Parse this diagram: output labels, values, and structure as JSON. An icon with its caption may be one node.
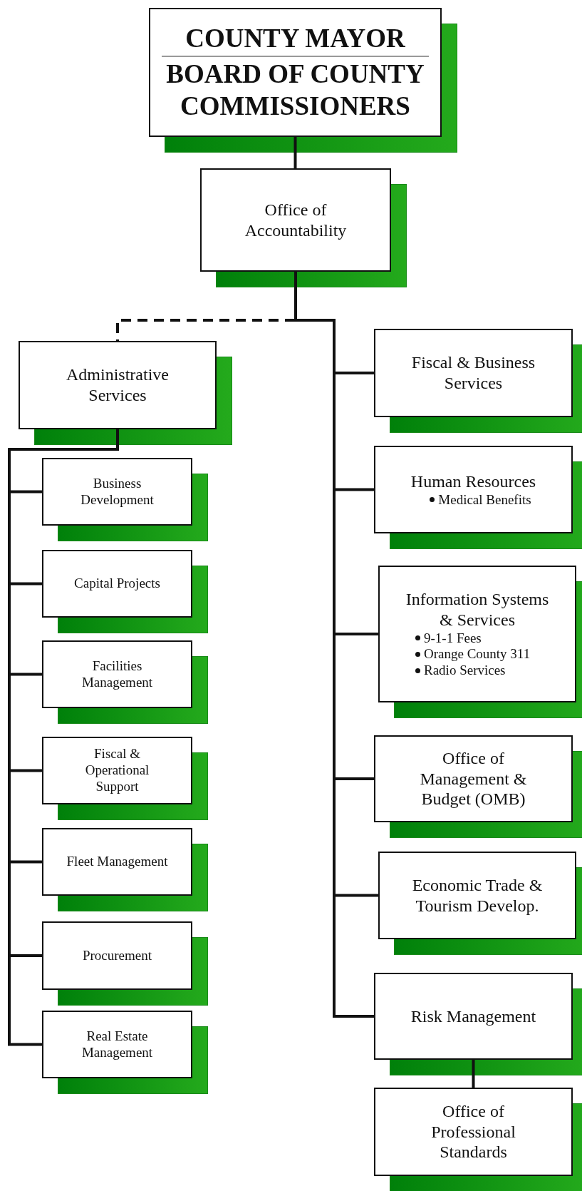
{
  "diagram": {
    "nodes": [
      {
        "text": [
          "COUNTY MAYOR",
          "BOARD OF COUNTY COMMISSIONERS"
        ]
      },
      {
        "text": [
          "Office of Accountability"
        ]
      },
      {
        "text": [
          "Administrative Services"
        ]
      },
      {
        "text": [
          "Business Development"
        ]
      },
      {
        "text": [
          "Capital Projects"
        ]
      },
      {
        "text": [
          "Facilities Management"
        ]
      },
      {
        "text": [
          "Fiscal & Operational Support"
        ]
      },
      {
        "text": [
          "Fleet Management"
        ]
      },
      {
        "text": [
          "Procurement"
        ]
      },
      {
        "text": [
          "Real Estate Management"
        ]
      },
      {
        "text": [
          "Fiscal & Business Services"
        ]
      },
      {
        "text": [
          "Human Resources",
          "Medical Benefits"
        ]
      },
      {
        "text": [
          "Information Systems & Services",
          "9-1-1 Fees",
          "Orange County 311",
          "Radio Services"
        ]
      },
      {
        "text": [
          "Office of Management & Budget (OMB)"
        ]
      },
      {
        "text": [
          "Economic Trade & Tourism Develop."
        ]
      },
      {
        "text": [
          "Risk Management"
        ]
      },
      {
        "text": [
          "Office of Professional Standards"
        ]
      }
    ],
    "edges": [
      {
        "from": 0,
        "to": 1,
        "arrow": "none"
      },
      {
        "from": 1,
        "to": 2,
        "arrow": "none",
        "style": "dashed"
      },
      {
        "from": 1,
        "to": 10,
        "arrow": "none"
      },
      {
        "from": 1,
        "to": 11,
        "arrow": "none"
      },
      {
        "from": 1,
        "to": 12,
        "arrow": "none"
      },
      {
        "from": 1,
        "to": 13,
        "arrow": "none"
      },
      {
        "from": 1,
        "to": 14,
        "arrow": "none"
      },
      {
        "from": 1,
        "to": 15,
        "arrow": "none"
      },
      {
        "from": 2,
        "to": 3,
        "arrow": "none"
      },
      {
        "from": 2,
        "to": 4,
        "arrow": "none"
      },
      {
        "from": 2,
        "to": 5,
        "arrow": "none"
      },
      {
        "from": 2,
        "to": 6,
        "arrow": "none"
      },
      {
        "from": 2,
        "to": 7,
        "arrow": "none"
      },
      {
        "from": 2,
        "to": 8,
        "arrow": "none"
      },
      {
        "from": 2,
        "to": 9,
        "arrow": "none"
      },
      {
        "from": 15,
        "to": 16,
        "arrow": "none"
      }
    ]
  }
}
